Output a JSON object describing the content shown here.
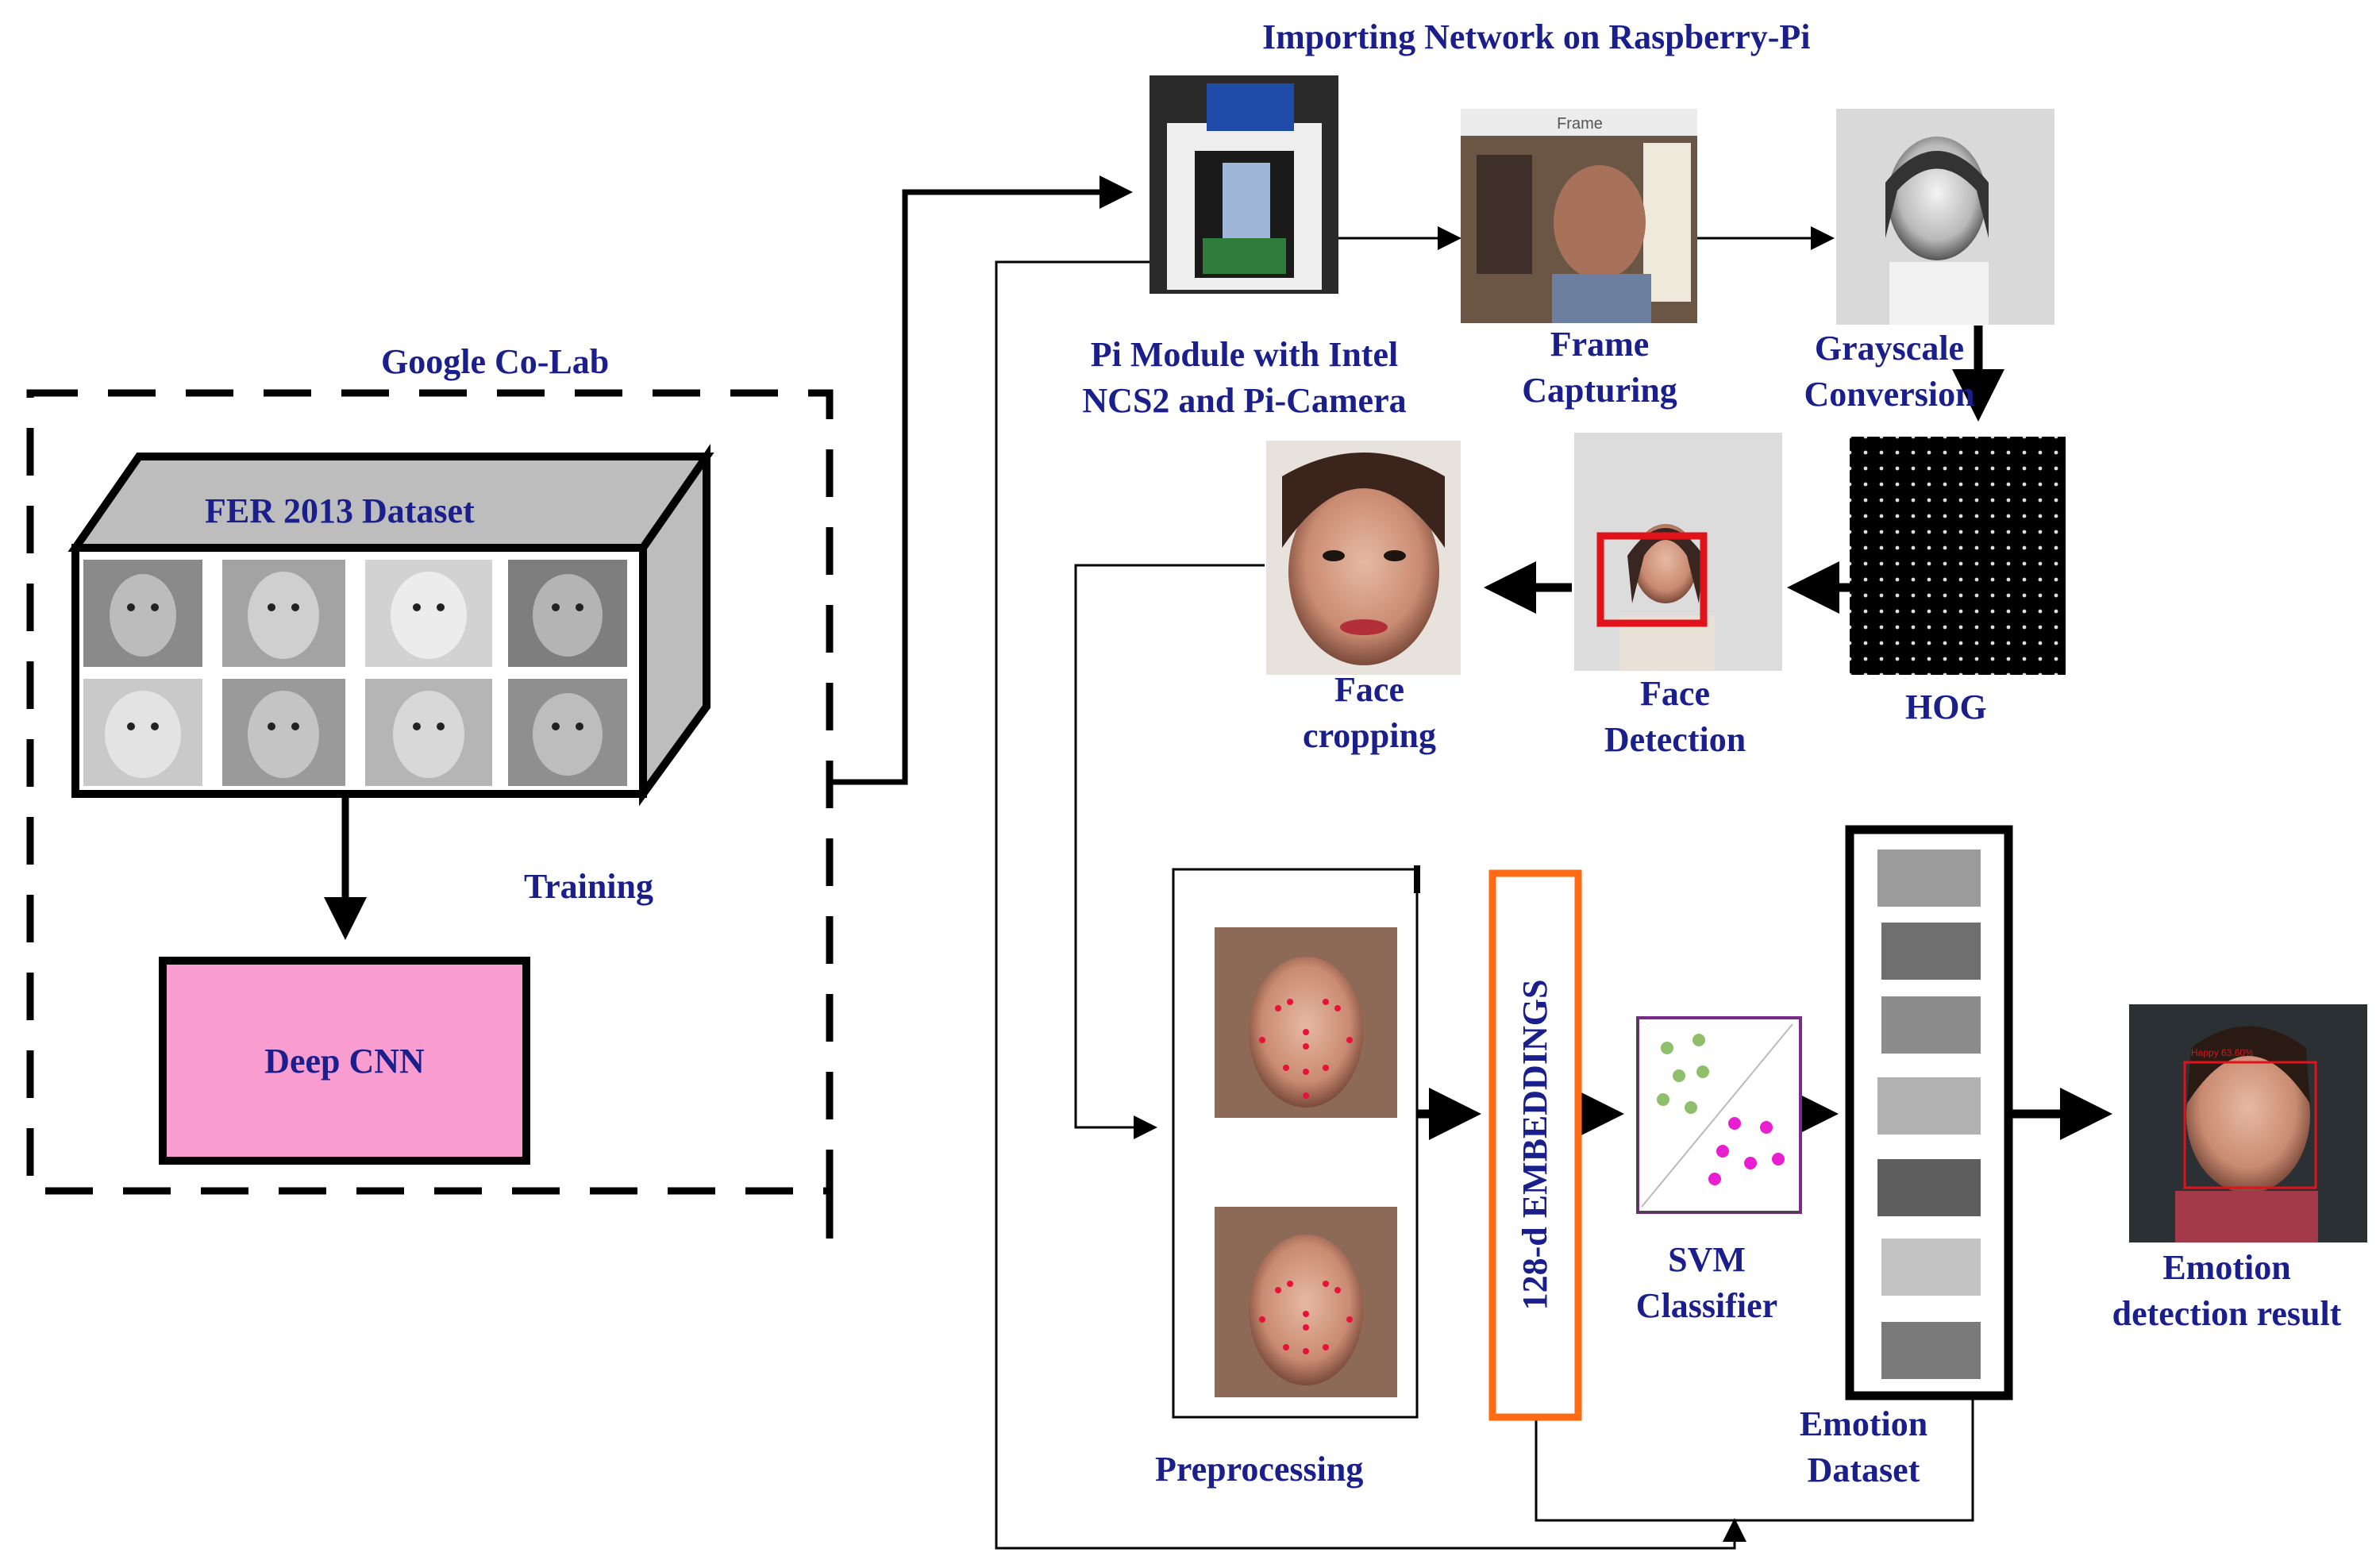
{
  "title": "Importing Network on Raspberry-Pi",
  "colab": {
    "label": "Google Co-Lab",
    "dataset_label": "FER 2013 Dataset",
    "training_label": "Training",
    "cnn_label": "Deep CNN"
  },
  "pipeline": {
    "pi_module": "Pi Module with Intel NCS2 and Pi-Camera",
    "frame_window_title": "Frame",
    "frame_capturing": "Frame Capturing",
    "grayscale": "Grayscale Conversion",
    "hog": "HOG",
    "face_detection": "Face Detection",
    "face_cropping": "Face cropping",
    "preprocessing": "Preprocessing",
    "embeddings": "128-d EMBEDDINGS",
    "svm": "SVM Classifier",
    "emotion_dataset": "Emotion Dataset",
    "result": "Emotion detection result",
    "result_box_text": "Happy 63.60%"
  },
  "colors": {
    "label_text": "#1a1f8c",
    "cnn_fill": "#f99cd0",
    "embeddings_border": "#ff6a12",
    "detection_box": "#e0121a",
    "svm_class_a": "#8fbf6a",
    "svm_class_b": "#e81ed0"
  },
  "icons": [
    "arrow-icon"
  ]
}
